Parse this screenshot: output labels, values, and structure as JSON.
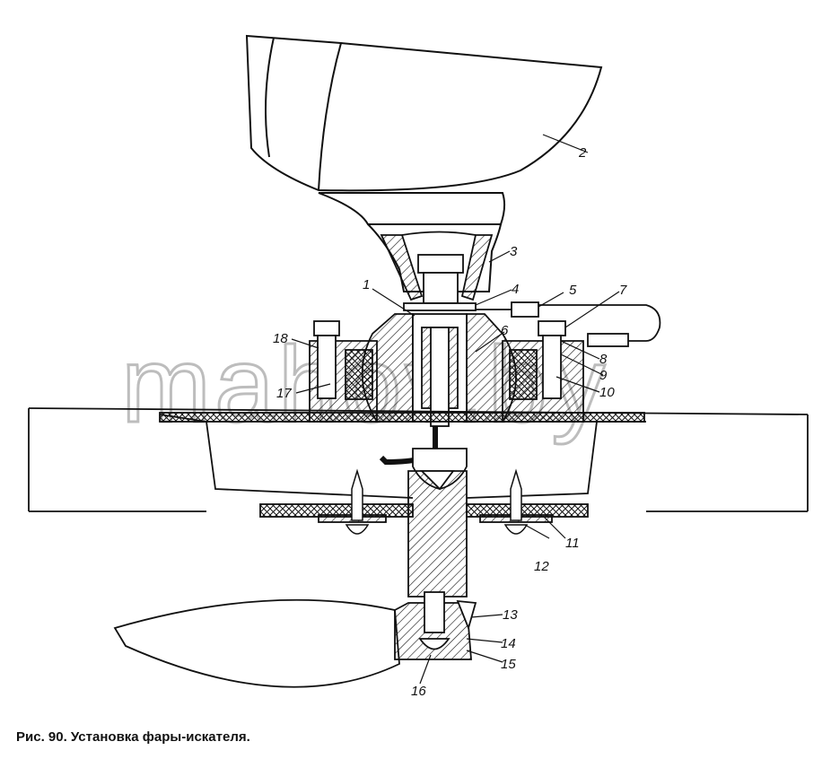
{
  "caption": "Рис. 90. Установка фары-искателя.",
  "watermark": "mahov.by",
  "callouts": {
    "c1": "1",
    "c2": "2",
    "c3": "3",
    "c4": "4",
    "c5": "5",
    "c6": "6",
    "c7": "7",
    "c8": "8",
    "c9": "9",
    "c10": "10",
    "c11": "11",
    "c12": "12",
    "c13": "13",
    "c14": "14",
    "c15": "15",
    "c16": "16",
    "c17": "17",
    "c18": "18"
  },
  "colors": {
    "ink": "#111111",
    "watermark": "#bdbdbd",
    "background": "#ffffff"
  }
}
